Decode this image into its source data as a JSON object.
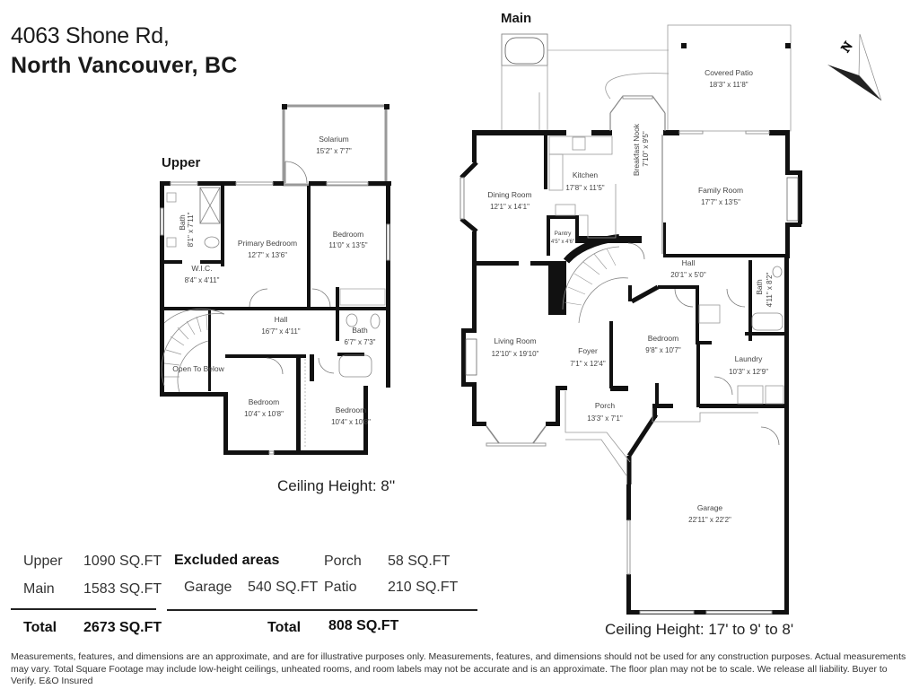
{
  "header": {
    "address_line1": "4063 Shone Rd,",
    "address_line2": "North Vancouver, BC"
  },
  "compass": {
    "label": "N",
    "icon": "north-arrow-icon"
  },
  "upper": {
    "title": "Upper",
    "ceiling": "Ceiling Height: 8''",
    "rooms": [
      {
        "name": "Solarium",
        "dims": "15'2\" x 7'7\""
      },
      {
        "name": "Bath",
        "dims": "8'1\" x 7'11\""
      },
      {
        "name": "Primary Bedroom",
        "dims": "12'7\" x 13'6\""
      },
      {
        "name": "Bedroom",
        "dims": "11'0\" x 13'5\""
      },
      {
        "name": "W.I.C.",
        "dims": "8'4\" x 4'11\""
      },
      {
        "name": "Hall",
        "dims": "16'7\" x 4'11\""
      },
      {
        "name": "Bath",
        "dims": "6'7\" x 7'3\""
      },
      {
        "name": "Open To Below",
        "dims": ""
      },
      {
        "name": "Bedroom",
        "dims": "10'4\" x 10'8\""
      },
      {
        "name": "Bedroom",
        "dims": "10'4\" x 10'8\""
      }
    ]
  },
  "main": {
    "title": "Main",
    "ceiling": "Ceiling Height: 17' to 9' to 8'",
    "rooms": [
      {
        "name": "Covered Patio",
        "dims": "18'3\" x 11'8\""
      },
      {
        "name": "Breakfast Nook",
        "dims": "7'10\" x 9'5\""
      },
      {
        "name": "Kitchen",
        "dims": "17'8\" x 11'5\""
      },
      {
        "name": "Dining Room",
        "dims": "12'1\" x 14'1\""
      },
      {
        "name": "Family Room",
        "dims": "17'7\" x 13'5\""
      },
      {
        "name": "Pantry",
        "dims": "4'5\" x 4'6\""
      },
      {
        "name": "Hall",
        "dims": "20'1\" x 5'0\""
      },
      {
        "name": "Bath",
        "dims": "4'11\" x 8'2\""
      },
      {
        "name": "Living Room",
        "dims": "12'10\" x 19'10\""
      },
      {
        "name": "Foyer",
        "dims": "7'1\" x 12'4\""
      },
      {
        "name": "Bedroom",
        "dims": "9'8\" x 10'7\""
      },
      {
        "name": "Laundry",
        "dims": "10'3\" x 12'9\""
      },
      {
        "name": "Porch",
        "dims": "13'3\" x 7'1\""
      },
      {
        "name": "Garage",
        "dims": "22'11\" x 22'2\""
      }
    ]
  },
  "area_summary": {
    "included": [
      {
        "label": "Upper",
        "value": "1090 SQ.FT"
      },
      {
        "label": "Main",
        "value": "1583 SQ.FT"
      }
    ],
    "included_total": {
      "label": "Total",
      "value": "2673 SQ.FT"
    },
    "excluded_title": "Excluded areas",
    "excluded": [
      {
        "label": "Garage",
        "value": "540 SQ.FT"
      },
      {
        "label": "Porch",
        "value": "58 SQ.FT"
      },
      {
        "label": "Patio",
        "value": "210 SQ.FT"
      }
    ],
    "excluded_total": {
      "label": "Total",
      "value": "808 SQ.FT"
    }
  },
  "disclaimer": "Measurements, features, and dimensions are an approximate, and are for illustrative purposes only. Measurements, features, and dimensions should not be used for any construction purposes. Actual measurements may vary. Total Square Footage may include low-height ceilings, unheated rooms, and room labels may not be accurate and is an approximate. The floor plan may not be to scale. We release all liability. Buyer to Verify. E&O Insured"
}
